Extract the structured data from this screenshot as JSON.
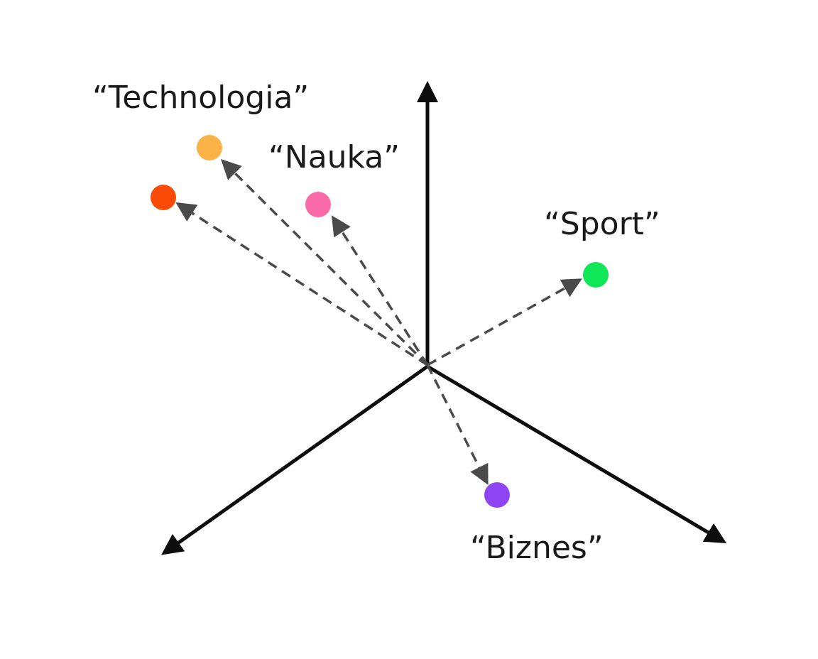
{
  "diagram": {
    "labels": {
      "technology": "“Technologia”",
      "science": "“Nauka”",
      "sport": "“Sport”",
      "business": "“Biznes”"
    },
    "colors": {
      "axis": "#0d0d0d",
      "arrow": "#4a4a4a",
      "point_technology_a": "#fbb347",
      "point_technology_b": "#fa4a08",
      "point_science": "#fb6aa8",
      "point_sport": "#0fe658",
      "point_business": "#8f45f4"
    }
  }
}
